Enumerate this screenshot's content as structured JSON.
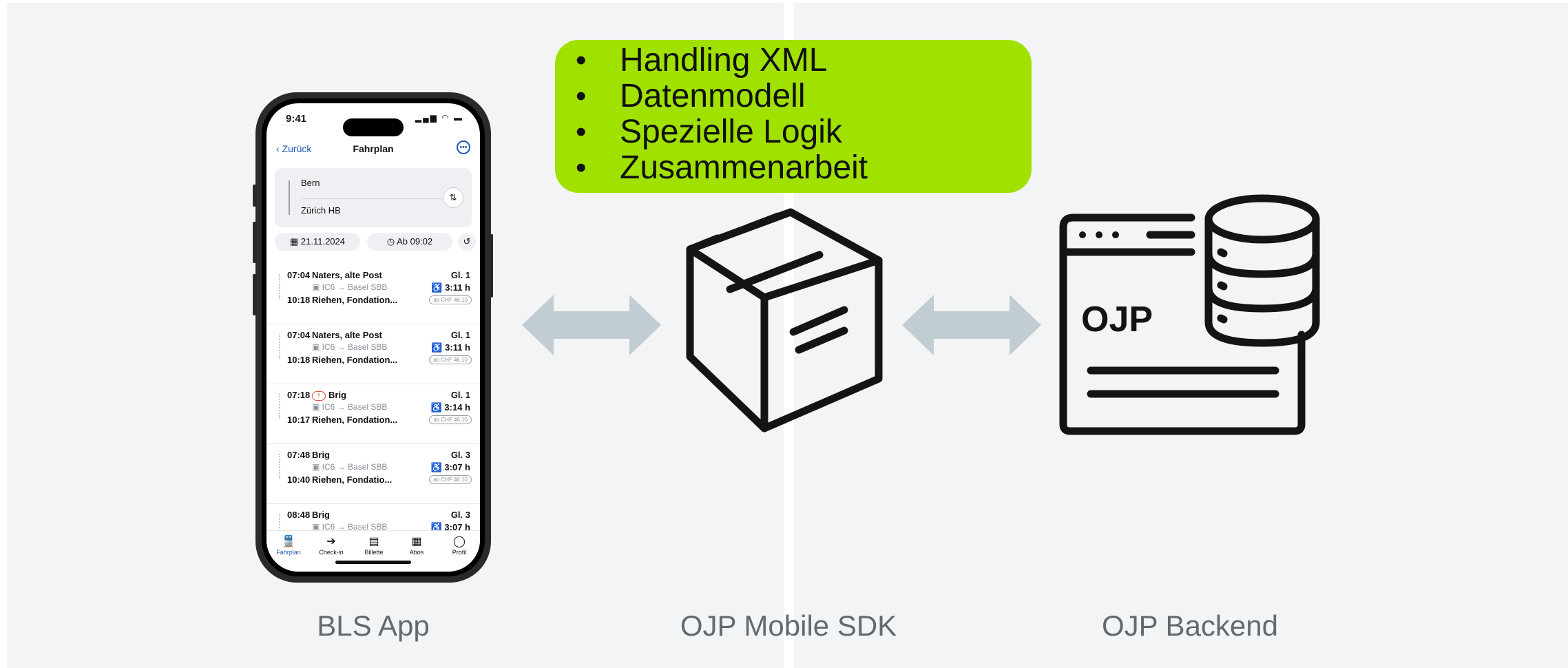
{
  "features": [
    "Handling XML",
    "Datenmodell",
    "Spezielle Logik",
    "Zusammenarbeit"
  ],
  "captions": {
    "app": "BLS App",
    "sdk": "OJP Mobile SDK",
    "backend": "OJP Backend"
  },
  "backend_label": "OJP",
  "colors": {
    "accent": "#a1e100",
    "arrow": "#c2cdd3",
    "panel": "#f3f4f5",
    "link": "#1f57b3"
  },
  "phone": {
    "status_time": "9:41",
    "nav": {
      "back": "Zurück",
      "title": "Fahrplan"
    },
    "route": {
      "from": "Bern",
      "to": "Zürich HB"
    },
    "date": "21.11.2024",
    "time": "Ab 09:02",
    "connections": [
      {
        "dep": "07:04",
        "from": "Naters, alte Post",
        "track": "Gl. 1",
        "train": "IC6 → Basel SBB",
        "duration": "3:11 h",
        "arr": "10:18",
        "to": "Riehen, Fondation...",
        "price": "ab CHF 46.10",
        "warn": false
      },
      {
        "dep": "07:04",
        "from": "Naters, alte Post",
        "track": "Gl. 1",
        "train": "IC6 → Basel SBB",
        "duration": "3:11 h",
        "arr": "10:18",
        "to": "Riehen, Fondation...",
        "price": "ab CHF 46.10",
        "warn": false
      },
      {
        "dep": "07:18",
        "from": "Brig",
        "track": "Gl. 1",
        "train": "IC6 → Basel SBB",
        "duration": "3:14 h",
        "arr": "10:17",
        "to": "Riehen, Fondation...",
        "price": "ab CHF 46.10",
        "warn": true
      },
      {
        "dep": "07:48",
        "from": "Brig",
        "track": "Gl. 3",
        "train": "IC6 → Basel SBB",
        "duration": "3:07 h",
        "arr": "10:40",
        "to": "Riehen, Fondatio...",
        "price": "ab CHF 46.10",
        "warn": false
      },
      {
        "dep": "08:48",
        "from": "Brig",
        "track": "Gl. 3",
        "train": "IC6 → Basel SBB",
        "duration": "3:07 h",
        "arr": "",
        "to": "",
        "price": "",
        "warn": false
      }
    ],
    "tabs": [
      {
        "label": "Fahrplan",
        "icon": "train-icon",
        "active": true
      },
      {
        "label": "Check-in",
        "icon": "check-in-icon",
        "active": false
      },
      {
        "label": "Billette",
        "icon": "ticket-scan-icon",
        "active": false
      },
      {
        "label": "Abos",
        "icon": "card-icon",
        "active": false
      },
      {
        "label": "Profil",
        "icon": "profile-icon",
        "active": false
      }
    ]
  }
}
